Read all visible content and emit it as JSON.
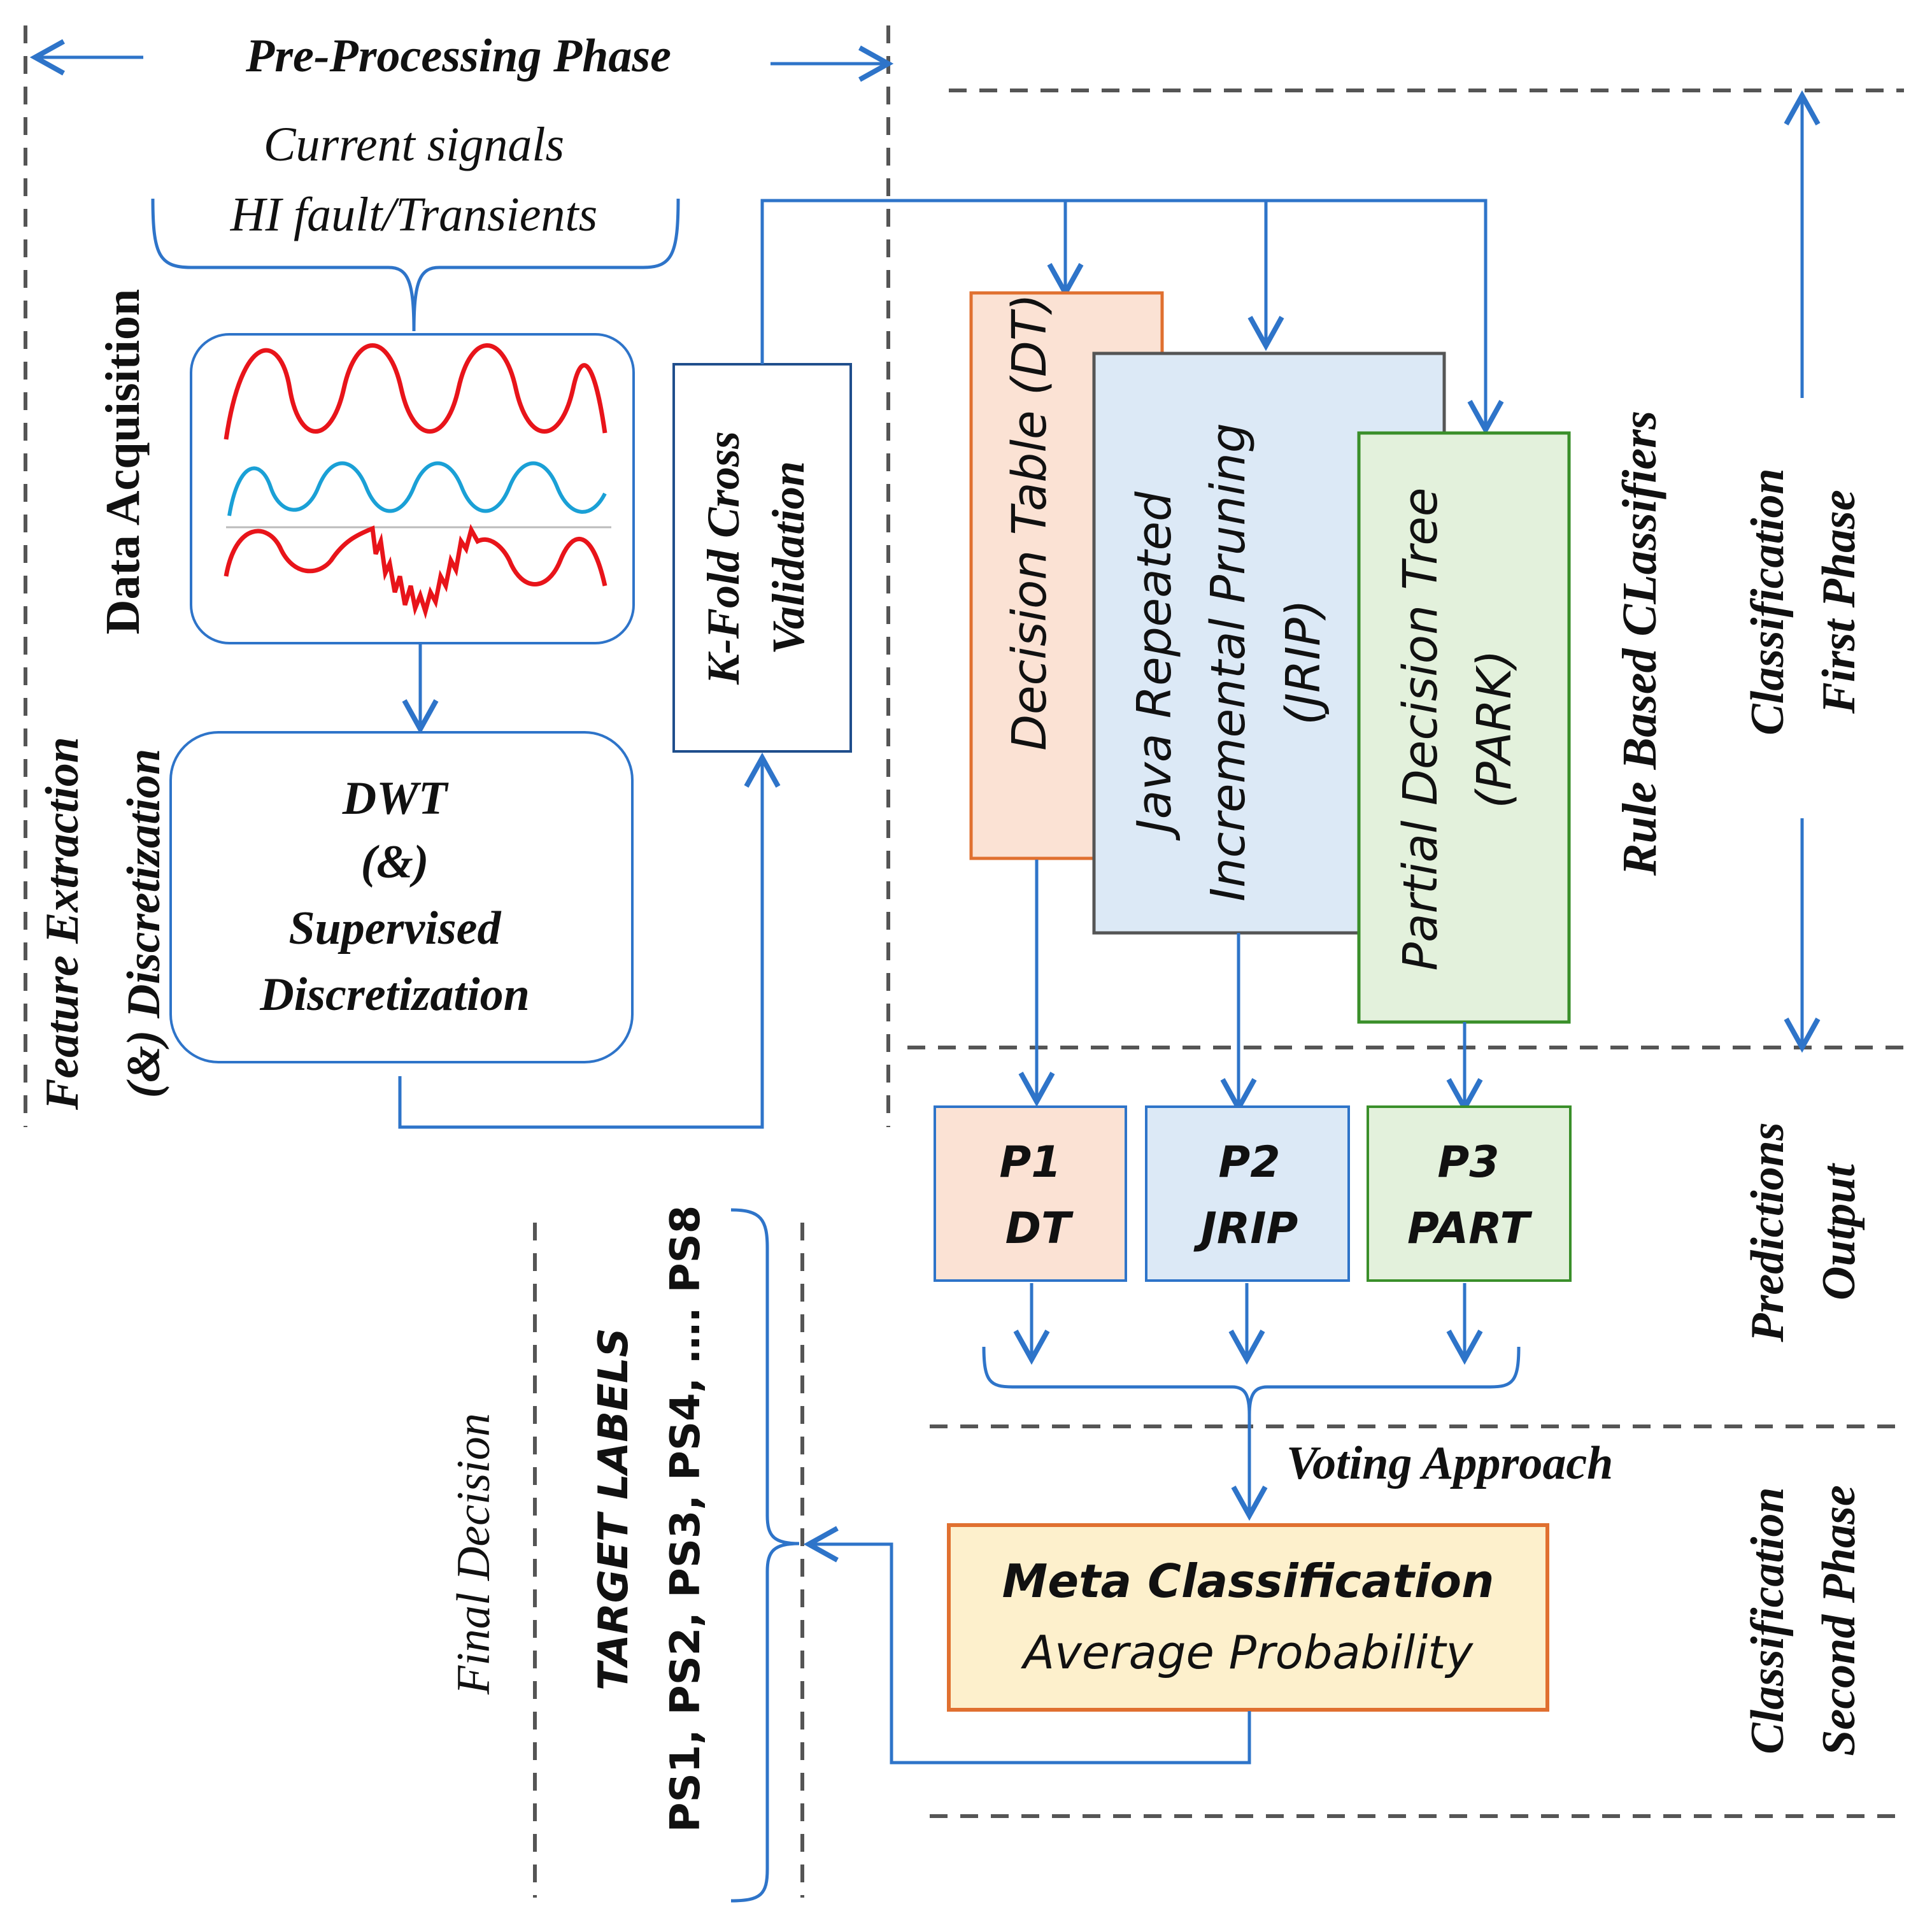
{
  "header": {
    "preprocessing_phase": "Pre-Processing Phase",
    "signals_line1": "Current signals",
    "signals_line2": "HI fault/Transients"
  },
  "side_labels": {
    "data_acquisition": "Data Acquisition",
    "feature_extraction": "Feature Extraction",
    "discretization": "(&) Discretization",
    "rule_based": "Rule Based CLassifiers",
    "classification_first_1": "Classification",
    "classification_first_2": "First Phase",
    "predictions_1": "Predictions",
    "predictions_2": "Output",
    "classification_second_1": "Classification",
    "classification_second_2": "Second Phase",
    "final_decision": "Final Decision",
    "target_labels": "TARGET LABELS",
    "target_list": "PS1, PS2, PS3, PS4, …. PS8"
  },
  "dwt_box": {
    "line1": "DWT",
    "line2": "(&)",
    "line3": "Supervised",
    "line4": "Discretization"
  },
  "kfold": {
    "line1": "K-Fold Cross",
    "line2": "Validation"
  },
  "classifiers": {
    "dt": "Decision Table (DT)",
    "jrip_1": "Java Repeated",
    "jrip_2": "Incremental Pruning",
    "jrip_3": "(JRIP)",
    "part_1": "Partial Decision Tree",
    "part_2": "(PARK)"
  },
  "predictions": [
    {
      "id": "P1",
      "name": "DT"
    },
    {
      "id": "P2",
      "name": "JRIP"
    },
    {
      "id": "P3",
      "name": "PART"
    }
  ],
  "voting": "Voting Approach",
  "meta": {
    "title": "Meta Classification",
    "subtitle": "Average Probability"
  },
  "colors": {
    "arrow": "#2e74c9",
    "dash": "#555555",
    "dt_border": "#e07030",
    "dt_fill": "#fbe2d4",
    "jrip_border": "#555555",
    "jrip_fill": "#dce9f6",
    "part_border": "#3a8f2a",
    "part_fill": "#e3f1dc",
    "p2_border": "#2e74c9",
    "meta_border": "#e07030",
    "meta_fill": "#fdf0cc",
    "signal_red": "#e8141a",
    "signal_blue": "#1aa0d6"
  }
}
